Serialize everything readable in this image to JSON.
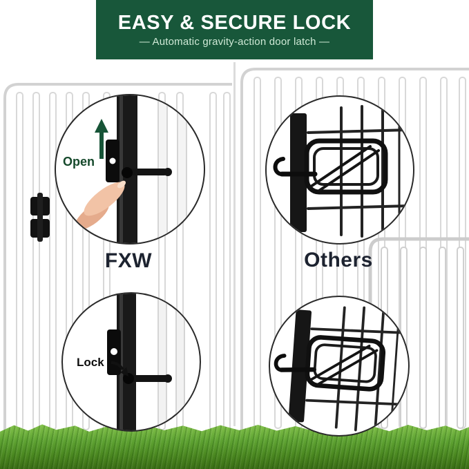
{
  "banner": {
    "title": "EASY & SECURE LOCK",
    "subtitle": "—  Automatic gravity-action door latch  —",
    "background_color": "#18573a",
    "title_color": "#ffffff",
    "subtitle_color": "#cfe9d6"
  },
  "comparison": {
    "left": {
      "brand_label": "FXW",
      "open_label": "Open",
      "lock_label": "Lock",
      "open_label_color": "#15492b",
      "lock_label_color": "#0d0d0d",
      "top_callout_shows": "gravity latch lifted open with one finger",
      "bottom_callout_shows": "gravity latch dropped into locked position"
    },
    "right": {
      "brand_label": "Others",
      "top_callout_shows": "wire spring clip latch on fence wires",
      "bottom_callout_shows": "wire spring clip latch on fence wires"
    },
    "brand_label_color": "#1d2330"
  },
  "scene": {
    "fence_color": "#ffffff",
    "fence_outline_color": "#d6d6d6",
    "post_color": "#191919",
    "grass_top_color": "#85c44c",
    "grass_bottom_color": "#3a6d16",
    "divider_color": "#dcdcdc"
  },
  "icons": {
    "open_arrow": "arrow-up-icon",
    "lock_arrow": "arrow-right-icon"
  }
}
